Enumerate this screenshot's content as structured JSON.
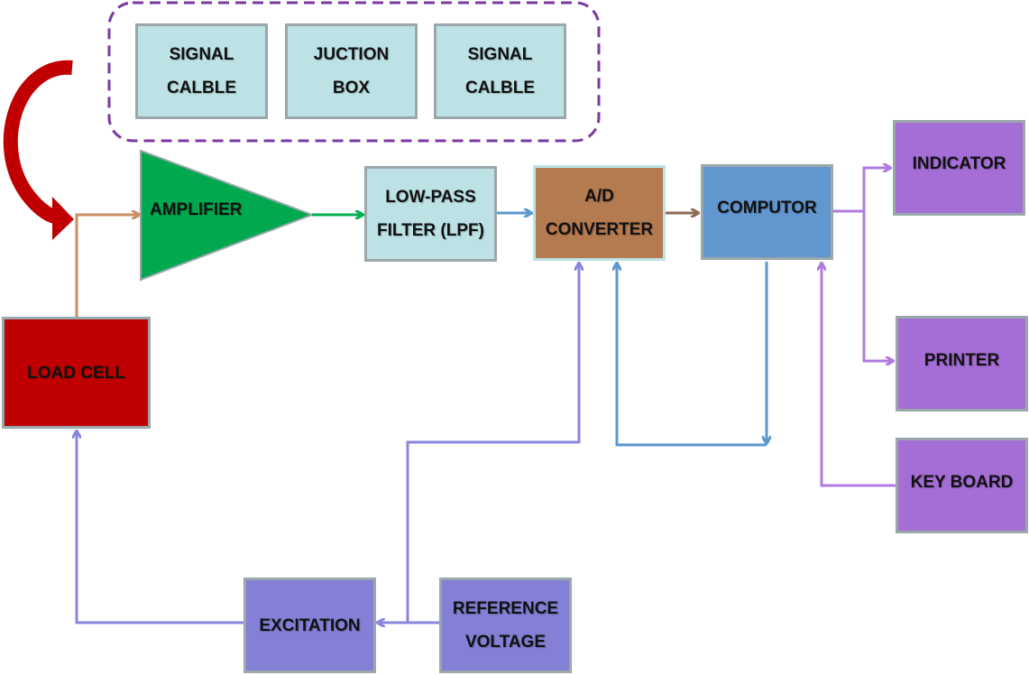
{
  "blocks": {
    "signal_cable_1": [
      "SIGNAL",
      "CALBLE"
    ],
    "junction_box": [
      "JUCTION",
      "BOX"
    ],
    "signal_cable_2": [
      "SIGNAL",
      "CALBLE"
    ],
    "amplifier": "AMPLIFIER",
    "low_pass_filter": [
      "LOW-PASS",
      "FILTER (LPF)"
    ],
    "ad_converter": [
      "A/D",
      "CONVERTER"
    ],
    "computer": "COMPUTOR",
    "indicator": "INDICATOR",
    "printer": "PRINTER",
    "keyboard": "KEY BOARD",
    "load_cell": "LOAD CELL",
    "excitation": "EXCITATION",
    "reference_voltage": [
      "REFERENCE",
      "VOLTAGE"
    ]
  },
  "colors": {
    "light_block": "#bde2e5",
    "load_cell": "#c00000",
    "amplifier": "#00a84f",
    "ad_converter": "#b57b50",
    "computer": "#6197ce",
    "output_devices": "#a56dd6",
    "power_blocks": "#8380d6",
    "group_border": "#7a3aa0",
    "force_arrow": "#c00000"
  }
}
